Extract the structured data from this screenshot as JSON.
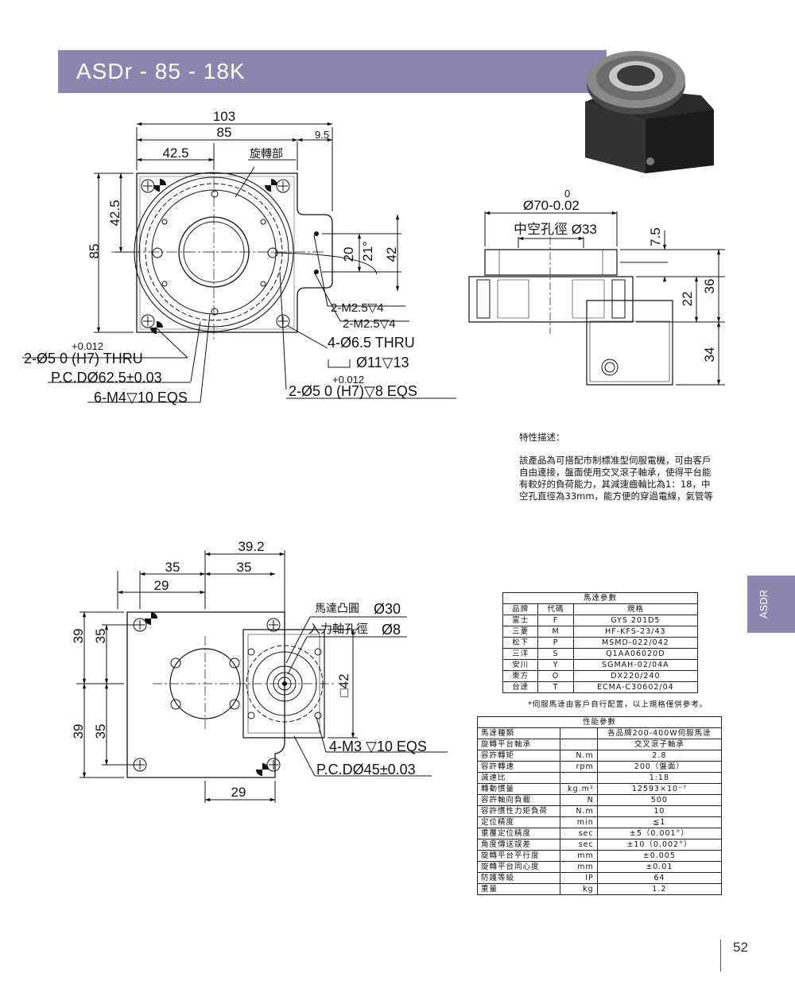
{
  "header": {
    "title": "ASDr - 85 - 18K"
  },
  "front_view": {
    "dim_103": "103",
    "dim_85": "85",
    "dim_9_5": "9.5",
    "dim_42_5": "42.5",
    "label_rotating": "旋轉部",
    "dim_42_5_v": "42.5",
    "dim_85_v": "85",
    "dim_20": "20",
    "dim_21deg": "21°",
    "dim_42": "42",
    "callout_m25_a": "2-M2.5▽4",
    "callout_m25_b": "2-M2.5▽4",
    "callout_thru": "4-Ø6.5 THRU",
    "callout_cbore": "Ø11▽13",
    "callout_pin_tol": "+0.012",
    "callout_pin_zero": "0",
    "callout_pin": "2-Ø5 0 (H7)▽8 EQS",
    "left_tol": "+0.012",
    "left_pin": "2-Ø5 0 (H7) THRU",
    "left_pcd": "P.C.DØ62.5±0.03",
    "left_m4": "6-M4▽10 EQS"
  },
  "side_view": {
    "dia_zero": "0",
    "dia_70": "Ø70-0.02",
    "bore_label": "中空孔徑 Ø33",
    "dim_7_5": "7.5",
    "dim_22": "22",
    "dim_36": "36",
    "dim_34": "34"
  },
  "bottom_view": {
    "dim_39_2": "39.2",
    "dim_35_l": "35",
    "dim_35_r": "35",
    "dim_29_t": "29",
    "label_boss": "馬達凸圓",
    "boss_val": "Ø30",
    "label_input": "入力軸孔徑",
    "input_val": "Ø8",
    "dim_sq42": "□42",
    "dim_39a": "39",
    "dim_35a": "35",
    "dim_39b": "39",
    "dim_35b": "35",
    "callout_m3": "4-M3 ▽10 EQS",
    "callout_pcd": "P.C.DØ45±0.03",
    "dim_29_b": "29"
  },
  "description": {
    "heading": "特性描述：",
    "body": "該產品為可搭配市制標准型伺服電機，可由客戶自由連接，盤面使用交叉滾子軸承，使得平台能有較好的負荷能力，其減速齒輪比為1：18，中空孔直徑為33mm，能方便的穿過電線，氣管等"
  },
  "side_tab": {
    "label": "ASDR"
  },
  "motor_table": {
    "title": "馬達參數",
    "headers": [
      "品牌",
      "代碼",
      "規格"
    ],
    "rows": [
      [
        "富士",
        "F",
        "GYS 201D5"
      ],
      [
        "三菱",
        "M",
        "HF-KFS-23/43"
      ],
      [
        "松下",
        "P",
        "MSMD-022/042"
      ],
      [
        "三洋",
        "S",
        "Q1AA06020D"
      ],
      [
        "安川",
        "Y",
        "SGMAH-02/04A"
      ],
      [
        "東方",
        "O",
        "DX220/240"
      ],
      [
        "台達",
        "T",
        "ECMA-C30602/04"
      ]
    ],
    "note": "*伺服馬達由客戶自行配置，以上規格僅供參考。"
  },
  "perf_table": {
    "title": "性能參數",
    "rows": [
      [
        "馬達種類",
        "",
        "各品牌200-400W伺服馬達"
      ],
      [
        "旋轉平台軸承",
        "",
        "交叉滾子軸承"
      ],
      [
        "容許轉矩",
        "N.m",
        "2.8"
      ],
      [
        "容許轉速",
        "rpm",
        "200（盤面）"
      ],
      [
        "減速比",
        "",
        "1:18"
      ],
      [
        "轉動慣量",
        "kg.m²",
        "12593×10⁻⁷"
      ],
      [
        "容許軸向負載",
        "N",
        "500"
      ],
      [
        "容許慣性力矩負荷",
        "N.m",
        "10"
      ],
      [
        "定位精度",
        "min",
        "≦1"
      ],
      [
        "重覆定位精度",
        "sec",
        "±5（0.001°）"
      ],
      [
        "角度傳送誤差",
        "sec",
        "±10（0.002°）"
      ],
      [
        "旋轉平台平行度",
        "mm",
        "±0.005"
      ],
      [
        "旋轉平台同心度",
        "mm",
        "±0.01"
      ],
      [
        "防護等級",
        "IP",
        "64"
      ],
      [
        "重量",
        "kg",
        "1.2"
      ]
    ]
  },
  "page": {
    "number": "52"
  }
}
